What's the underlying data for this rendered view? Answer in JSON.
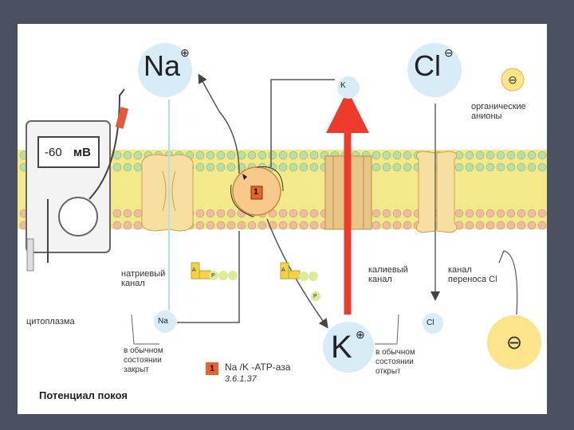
{
  "ions": {
    "na_top": "Na",
    "cl_top": "Cl",
    "k_small_top": "K",
    "na_bottom": "Na",
    "k_bottom": "K",
    "cl_bottom": "Cl"
  },
  "meter": {
    "reading": "-60",
    "unit": "мВ"
  },
  "labels": {
    "organic_anions": "органические\nанионы",
    "sodium_channel": "натриевый\nканал",
    "potassium_channel": "калиевый\nканал",
    "cl_channel": "канал\nпереноса Cl",
    "cytoplasm": "цитоплазма",
    "closed_state": "в обычном\nсостоянии\nзакрыт",
    "open_state": "в обычном\nсостоянии\nоткрыт",
    "enzyme_name": "Na /K -АТР-аза",
    "enzyme_code": "3.6.1.37",
    "enzyme_number": "1",
    "title": "Потенциал покоя"
  },
  "molecules": {
    "atp_a": "A",
    "atp_p": "P",
    "adp_a": "A",
    "phosphate": "P"
  },
  "colors": {
    "background": "#4a5060",
    "membrane_yellow": "#f2e98a",
    "outer_heads": "#b8e0a4",
    "inner_heads": "#f5b8a0",
    "channel": "#f6dfa0",
    "k_arrow": "#ee3a2a",
    "ion_circle": "#d7ecf7",
    "anion_circle": "#fbe48a"
  }
}
